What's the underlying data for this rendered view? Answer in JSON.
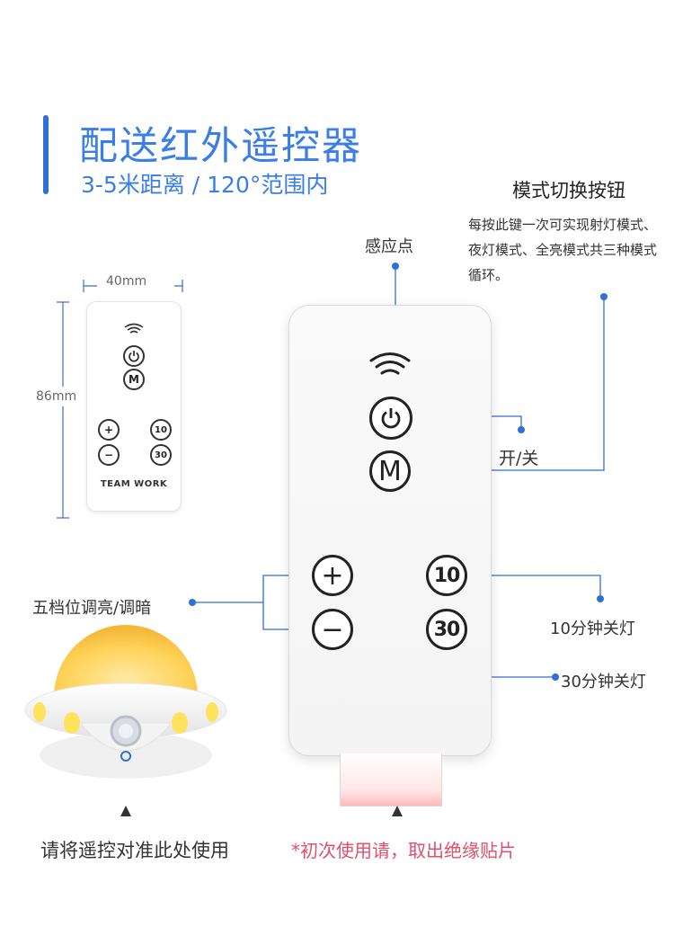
{
  "header": {
    "title": "配送红外遥控器",
    "subtitle": "3-5米距离 / 120°范围内"
  },
  "small_remote": {
    "width_label": "40mm",
    "height_label": "86mm",
    "brand": "TEAM WORK",
    "buttons": {
      "mode": "M",
      "plus": "+",
      "minus": "−",
      "t10": "10",
      "t30": "30"
    }
  },
  "big_remote": {
    "buttons": {
      "mode": "M",
      "plus": "+",
      "minus": "−",
      "t10": "10",
      "t30": "30"
    }
  },
  "labels": {
    "mode_switch_title": "模式切换按钮",
    "mode_switch_desc": "每按此键一次可实现射灯模式、夜灯模式、全亮模式共三种模式循环。",
    "sensor": "感应点",
    "on_off": "开/关",
    "brightness": "五档位调亮/调暗",
    "timer_10": "10分钟关灯",
    "timer_30": "30分钟关灯",
    "aim_here": "请将遥控对准此处使用",
    "first_use": "*初次使用请，取出绝缘贴片"
  },
  "colors": {
    "accent": "#3a7ee6",
    "callout_line": "#2f6fd6",
    "warning": "#e0506a"
  }
}
